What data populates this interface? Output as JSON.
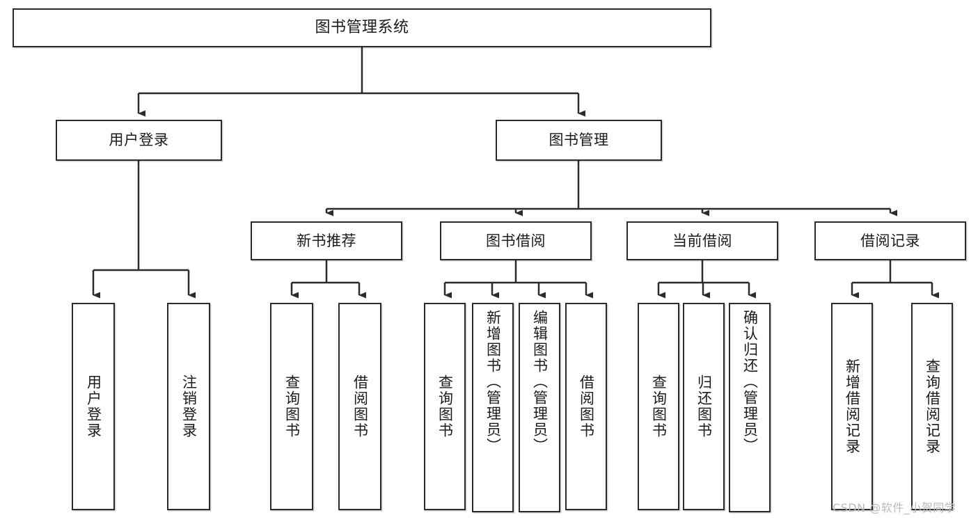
{
  "diagram": {
    "title": "图书管理系统",
    "type": "hierarchy-tree",
    "colors": {
      "box_border": "#2b2b2b",
      "box_fill": "#ffffff",
      "connector": "#2b2b2b",
      "watermark": "#b9b9b9"
    },
    "root": {
      "label": "图书管理系统"
    },
    "level1": [
      {
        "label": "用户登录"
      },
      {
        "label": "图书管理"
      }
    ],
    "level2": [
      {
        "label": "新书推荐"
      },
      {
        "label": "图书借阅"
      },
      {
        "label": "当前借阅"
      },
      {
        "label": "借阅记录"
      }
    ],
    "leaves": {
      "user_login": [
        {
          "label": "用户登录"
        },
        {
          "label": "注销登录"
        }
      ],
      "new_book_rec": [
        {
          "label": "查询图书"
        },
        {
          "label": "借阅图书"
        }
      ],
      "book_borrow": [
        {
          "label": "查询图书"
        },
        {
          "label": "新增图书（管理员）"
        },
        {
          "label": "编辑图书（管理员）"
        },
        {
          "label": "借阅图书"
        }
      ],
      "current_borrow": [
        {
          "label": "查询图书"
        },
        {
          "label": "归还图书"
        },
        {
          "label": "确认归还（管理员）"
        }
      ],
      "borrow_record": [
        {
          "label": "新增借阅记录"
        },
        {
          "label": "查询借阅记录"
        }
      ]
    }
  },
  "watermark": {
    "text": "CSDN @软件_小贺同学"
  }
}
